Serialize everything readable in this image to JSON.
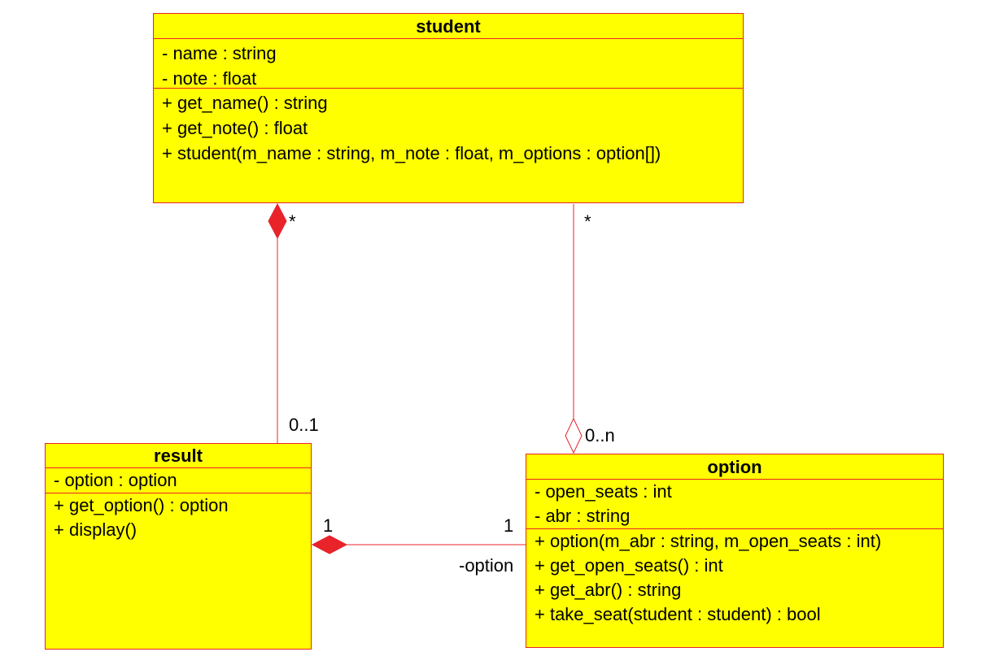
{
  "colors": {
    "class_fill": "#ffff00",
    "line": "#e8232a"
  },
  "classes": {
    "student": {
      "name": "student",
      "attributes": [
        "- name : string",
        "- note : float"
      ],
      "methods": [
        "+ get_name() : string",
        "+ get_note() : float",
        "+ student(m_name : string, m_note : float, m_options : option[])"
      ]
    },
    "result": {
      "name": "result",
      "attributes": [
        "- option : option"
      ],
      "methods": [
        "+ get_option() : option",
        "+ display()"
      ]
    },
    "option": {
      "name": "option",
      "attributes": [
        "- open_seats : int",
        "- abr : string"
      ],
      "methods": [
        "+ option(m_abr : string, m_open_seats : int)",
        "+ get_open_seats() : int",
        "+ get_abr() : string",
        "+ take_seat(student : student) : bool"
      ]
    }
  },
  "associations": {
    "student_result": {
      "type": "composition",
      "student_end": "*",
      "result_end": "0..1"
    },
    "student_option": {
      "type": "aggregation",
      "student_end": "*",
      "option_end": "0..n"
    },
    "result_option": {
      "type": "composition",
      "result_end": "1",
      "option_end": "1",
      "role": "-option"
    }
  }
}
